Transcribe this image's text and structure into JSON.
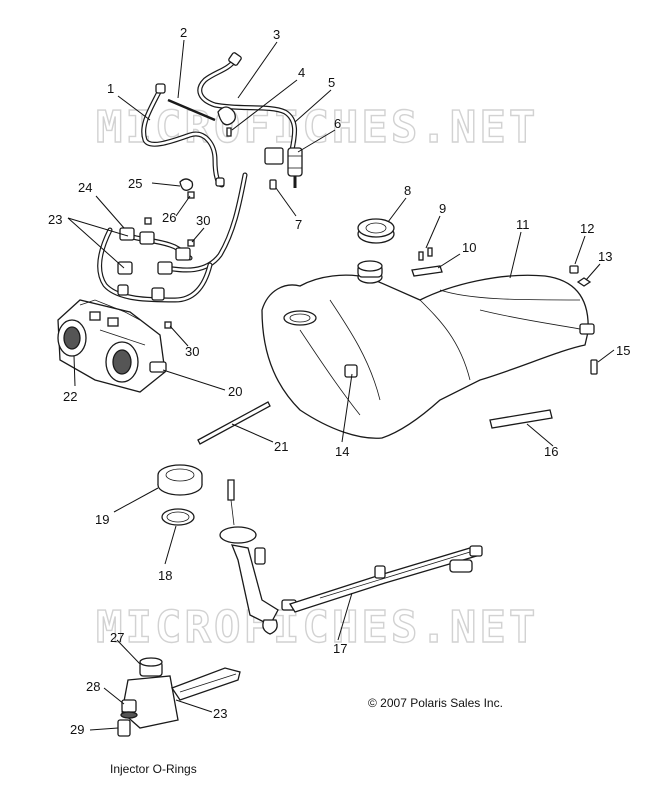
{
  "watermark": "MICROFICHES.NET",
  "copyright": "© 2007 Polaris Sales Inc.",
  "caption": "Injector O-Rings",
  "callouts": [
    "1",
    "2",
    "3",
    "4",
    "5",
    "6",
    "7",
    "8",
    "9",
    "10",
    "11",
    "12",
    "13",
    "14",
    "15",
    "16",
    "17",
    "18",
    "19",
    "20",
    "21",
    "22",
    "23",
    "24",
    "25",
    "26",
    "27",
    "28",
    "29",
    "30",
    "30",
    "23"
  ]
}
